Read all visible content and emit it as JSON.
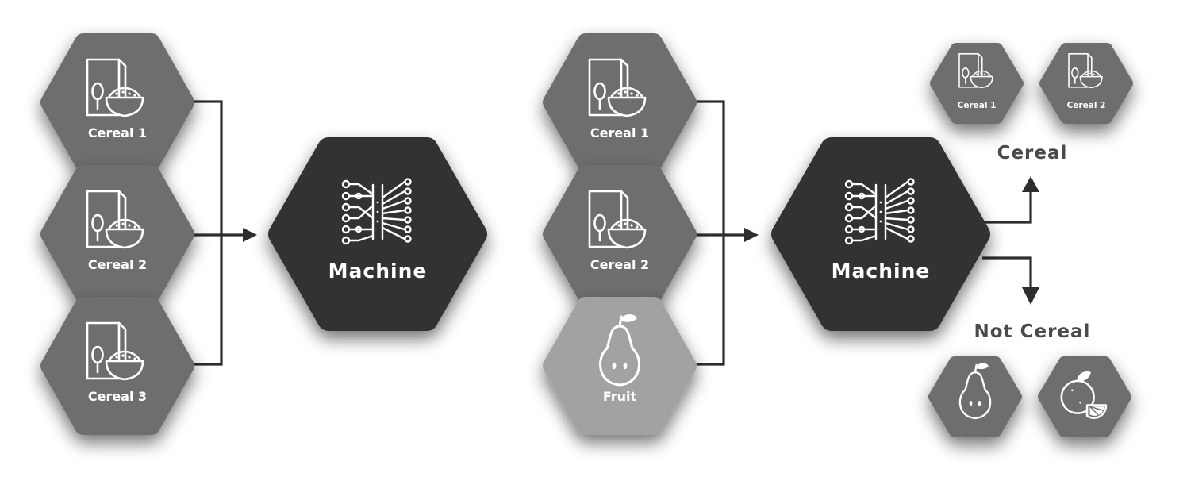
{
  "left_diagram": {
    "inputs": [
      {
        "label": "Cereal 1",
        "icon": "cereal-box-icon"
      },
      {
        "label": "Cereal 2",
        "icon": "cereal-box-icon"
      },
      {
        "label": "Cereal 3",
        "icon": "cereal-box-icon"
      }
    ],
    "machine": {
      "label": "Machine",
      "icon": "circuit-chip-icon"
    }
  },
  "right_diagram": {
    "inputs": [
      {
        "label": "Cereal 1",
        "icon": "cereal-box-icon"
      },
      {
        "label": "Cereal 2",
        "icon": "cereal-box-icon"
      },
      {
        "label": "Fruit",
        "icon": "pear-icon"
      }
    ],
    "machine": {
      "label": "Machine",
      "icon": "circuit-chip-icon"
    },
    "outputs": {
      "cereal": {
        "title": "Cereal",
        "items": [
          {
            "label": "Cereal 1",
            "icon": "cereal-box-icon"
          },
          {
            "label": "Cereal 2",
            "icon": "cereal-box-icon"
          }
        ]
      },
      "not_cereal": {
        "title": "Not Cereal",
        "items": [
          {
            "icon": "pear-icon"
          },
          {
            "icon": "orange-icon"
          }
        ]
      }
    }
  },
  "colors": {
    "cereal_hex": "#6e6e6e",
    "fruit_hex": "#a2a2a2",
    "machine_hex": "#333333",
    "connector": "#2d2d2d",
    "label_text": "#4a4a4a"
  }
}
